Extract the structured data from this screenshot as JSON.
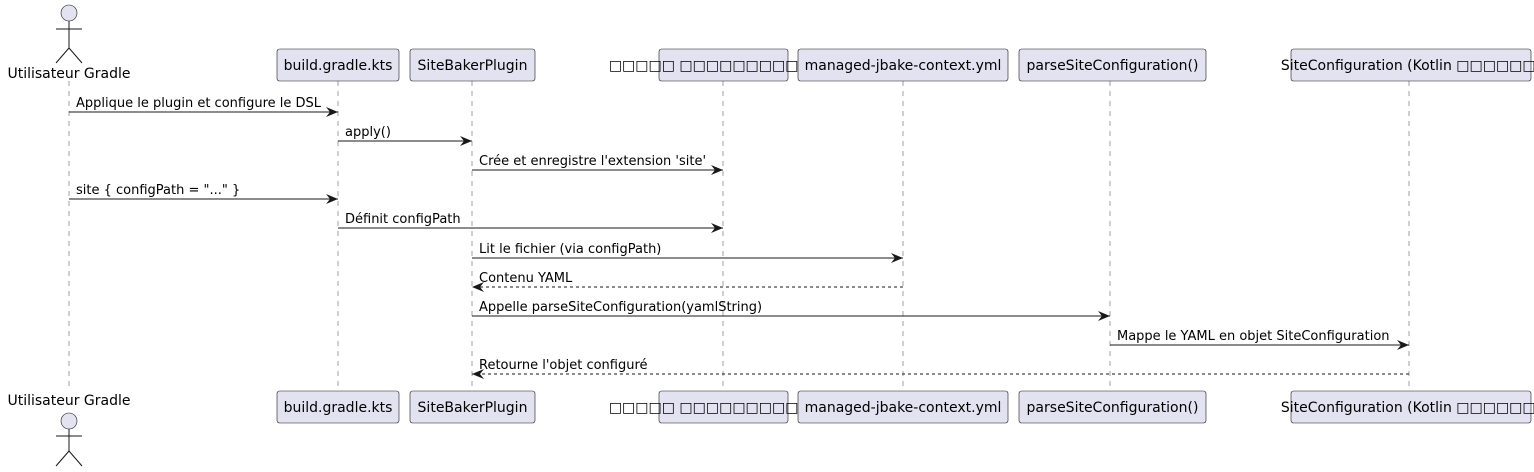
{
  "participants": [
    {
      "id": "user",
      "label": "Utilisateur Gradle",
      "kind": "actor"
    },
    {
      "id": "build",
      "label": "build.gradle.kts",
      "kind": "participant"
    },
    {
      "id": "plugin",
      "label": "SiteBakerPlugin",
      "kind": "participant"
    },
    {
      "id": "ext",
      "label": "□□□□□ □□□□□□□□□□□□",
      "kind": "participant"
    },
    {
      "id": "yml",
      "label": "managed-jbake-context.yml",
      "kind": "participant"
    },
    {
      "id": "parse",
      "label": "parseSiteConfiguration()",
      "kind": "participant"
    },
    {
      "id": "conf",
      "label": "SiteConfiguration (Kotlin □□□□□□)",
      "kind": "participant"
    }
  ],
  "messages": [
    {
      "from": "user",
      "to": "build",
      "label": "Applique le plugin et configure le DSL",
      "style": "solid"
    },
    {
      "from": "build",
      "to": "plugin",
      "label": "apply()",
      "style": "solid"
    },
    {
      "from": "plugin",
      "to": "ext",
      "label": "Crée et enregistre l'extension 'site'",
      "style": "solid"
    },
    {
      "from": "user",
      "to": "build",
      "label": "site { configPath = \"...\" }",
      "style": "solid"
    },
    {
      "from": "build",
      "to": "ext",
      "label": "Définit configPath",
      "style": "solid"
    },
    {
      "from": "plugin",
      "to": "yml",
      "label": "Lit le fichier (via configPath)",
      "style": "solid"
    },
    {
      "from": "yml",
      "to": "plugin",
      "label": "Contenu YAML",
      "style": "dashed"
    },
    {
      "from": "plugin",
      "to": "parse",
      "label": "Appelle parseSiteConfiguration(yamlString)",
      "style": "solid"
    },
    {
      "from": "parse",
      "to": "conf",
      "label": "Mappe le YAML en objet SiteConfiguration",
      "style": "solid"
    },
    {
      "from": "conf",
      "to": "plugin",
      "label": "Retourne l'objet configuré",
      "style": "dashed"
    }
  ],
  "colors": {
    "participant_fill": "#e2e2f0",
    "border": "#181818",
    "lifeline": "#a0a0a0"
  }
}
